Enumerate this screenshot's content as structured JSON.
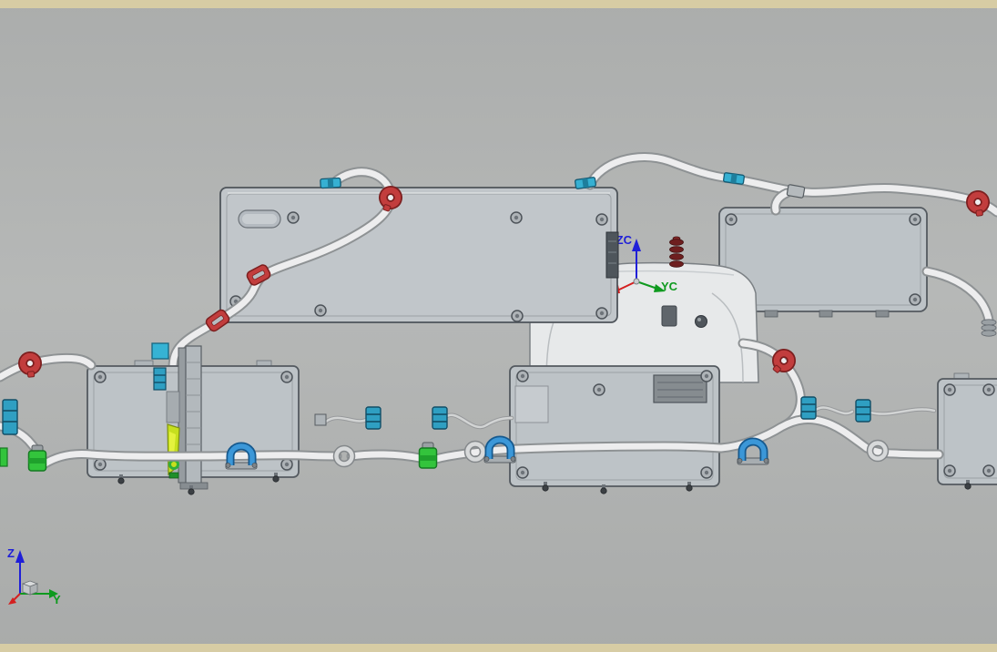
{
  "viewport": {
    "background_color": "#b1b3b2",
    "frame_color": "#d7cca4"
  },
  "labels": {
    "wcs_z": "ZC",
    "wcs_y": "YC",
    "origin_z": "Z",
    "origin_y": "Y"
  },
  "colors": {
    "axis_z_blue": "#1f1fd8",
    "axis_y_green": "#0f9a1f",
    "axis_x_red": "#d42020",
    "enclosure_gray": "#bdc3c7",
    "enclosure_edge": "#545a60",
    "housing_white": "#e7e9ea",
    "tube_white": "#ededee",
    "tube_outline": "#8e9294",
    "clamp_red": "#c23d3d",
    "clamp_blue": "#3b97d8",
    "connector_cyan": "#2f9fc2",
    "connector_green": "#33c43c",
    "highlight_yellowgreen": "#c6df1e"
  }
}
